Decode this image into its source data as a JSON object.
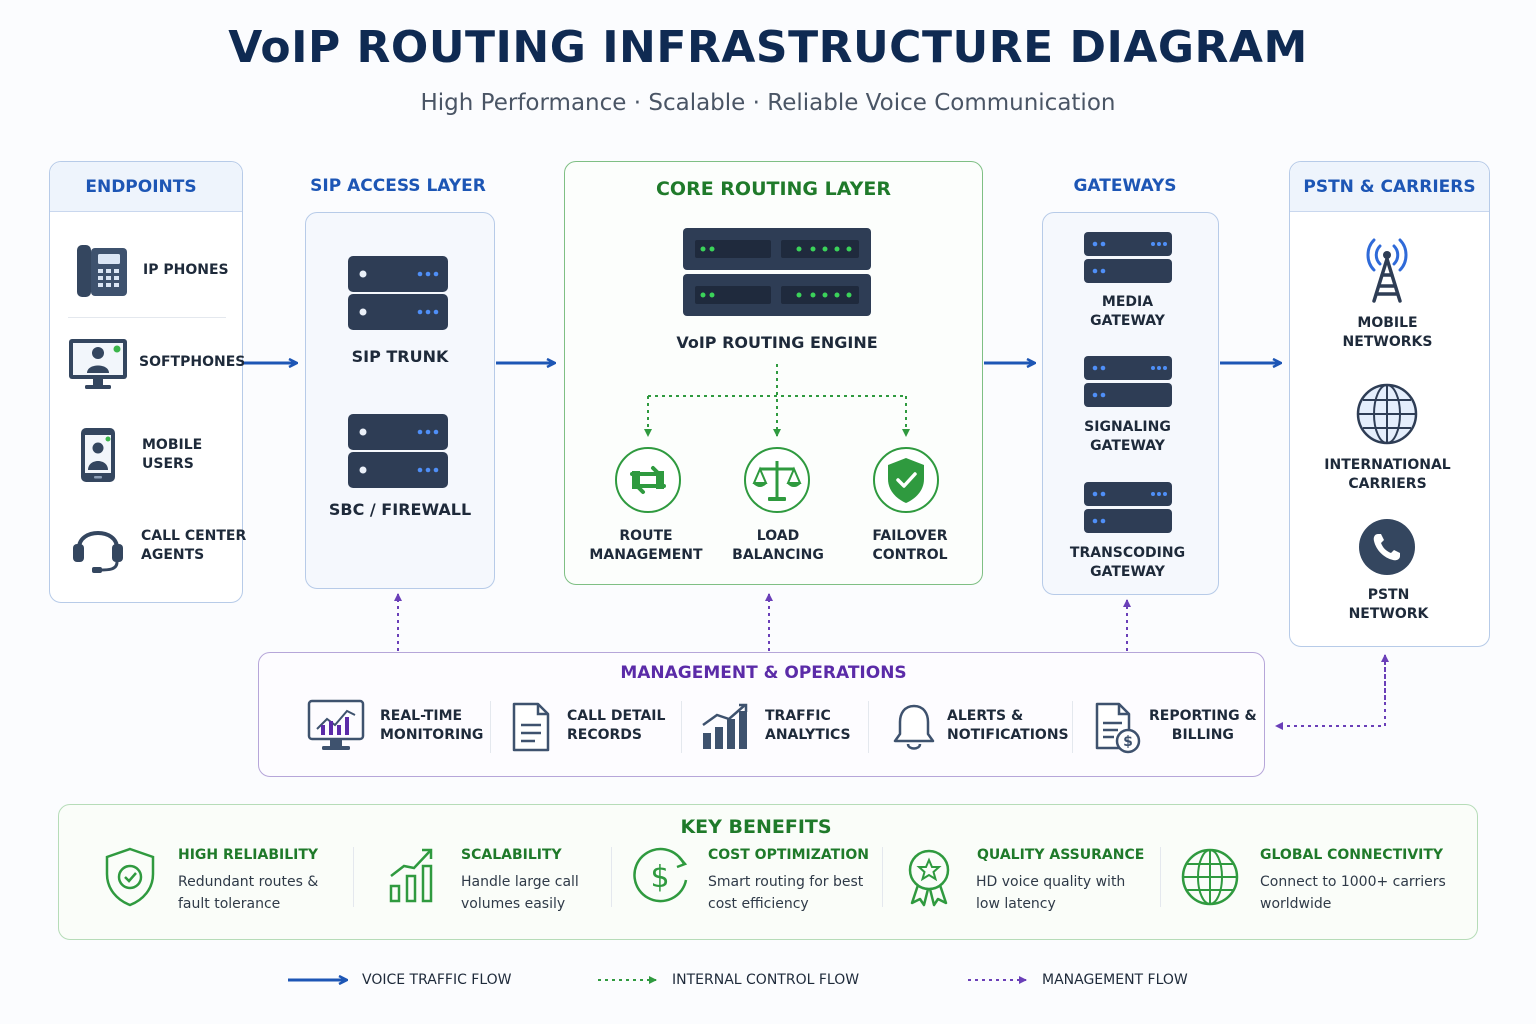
{
  "title": "VoIP ROUTING INFRASTRUCTURE DIAGRAM",
  "subtitle": "High Performance · Scalable · Reliable Voice Communication",
  "endpoints": {
    "heading": "ENDPOINTS",
    "items": [
      "IP PHONES",
      "SOFTPHONES",
      "MOBILE\nUSERS",
      "CALL CENTER\nAGENTS"
    ]
  },
  "sip_access": {
    "heading": "SIP ACCESS LAYER",
    "items": [
      "SIP TRUNK",
      "SBC / FIREWALL"
    ]
  },
  "core": {
    "heading": "CORE ROUTING LAYER",
    "engine": "VoIP ROUTING ENGINE",
    "functions": [
      "ROUTE\nMANAGEMENT",
      "LOAD\nBALANCING",
      "FAILOVER\nCONTROL"
    ]
  },
  "gateways": {
    "heading": "GATEWAYS",
    "items": [
      "MEDIA\nGATEWAY",
      "SIGNALING\nGATEWAY",
      "TRANSCODING\nGATEWAY"
    ]
  },
  "pstn": {
    "heading": "PSTN & CARRIERS",
    "items": [
      "MOBILE\nNETWORKS",
      "INTERNATIONAL\nCARRIERS",
      "PSTN\nNETWORK"
    ]
  },
  "management": {
    "heading": "MANAGEMENT & OPERATIONS",
    "items": [
      "REAL-TIME\nMONITORING",
      "CALL DETAIL\nRECORDS",
      "TRAFFIC\nANALYTICS",
      "ALERTS &\nNOTIFICATIONS",
      "REPORTING &\nBILLING"
    ]
  },
  "benefits": {
    "heading": "KEY BENEFITS",
    "items": [
      {
        "title": "HIGH RELIABILITY",
        "desc": "Redundant routes &\nfault tolerance"
      },
      {
        "title": "SCALABILITY",
        "desc": "Handle large call\nvolumes easily"
      },
      {
        "title": "COST OPTIMIZATION",
        "desc": "Smart routing for best\ncost efficiency"
      },
      {
        "title": "QUALITY ASSURANCE",
        "desc": "HD voice quality with\nlow latency"
      },
      {
        "title": "GLOBAL CONNECTIVITY",
        "desc": "Connect to 1000+ carriers\nworldwide"
      }
    ]
  },
  "legend": [
    "VOICE TRAFFIC FLOW",
    "INTERNAL CONTROL FLOW",
    "MANAGEMENT FLOW"
  ],
  "colors": {
    "voice_flow": "#1d56b5",
    "control_flow": "#2f9a3f",
    "management_flow": "#6a3fb8",
    "title": "#0f2a52",
    "benefit_green": "#1f7a2a"
  }
}
